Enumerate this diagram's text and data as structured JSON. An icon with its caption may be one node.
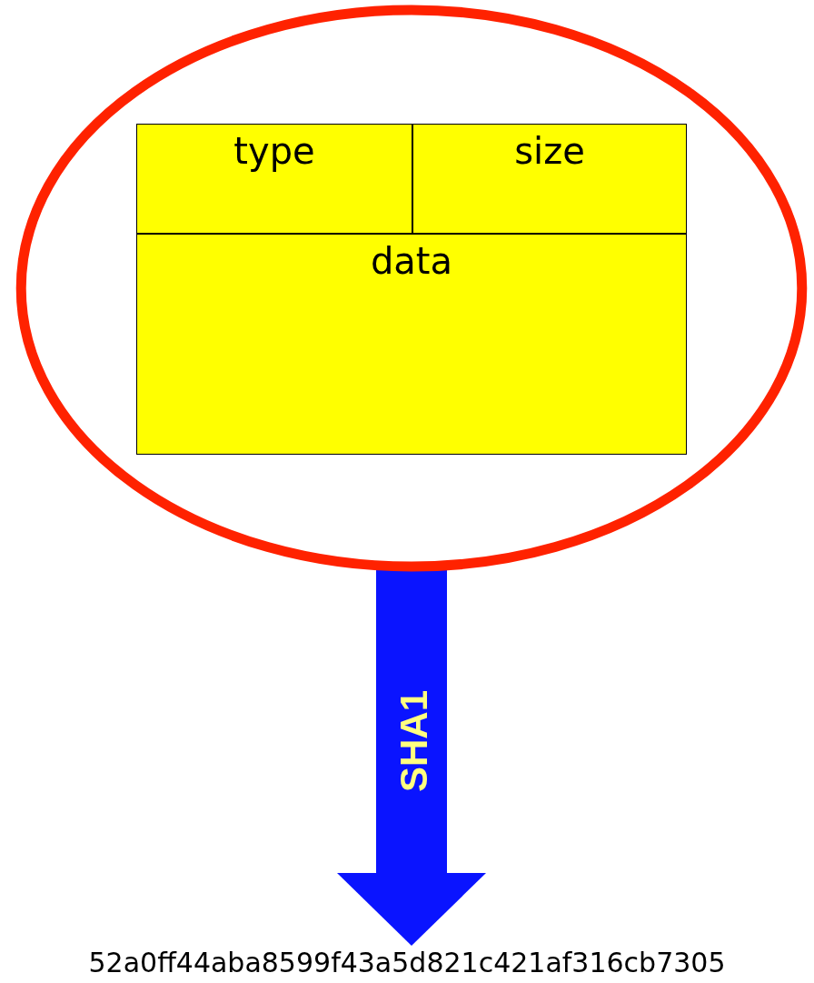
{
  "diagram": {
    "nodes": [
      {
        "text": [],
        "shape": "circle"
      },
      {
        "text": [
          "type"
        ],
        "in": 0
      },
      {
        "text": [
          "size"
        ],
        "in": 0
      },
      {
        "text": [
          "data"
        ],
        "in": 0
      },
      {
        "text": [
          "52a0ff44aba8599f43a5d821c421af316cb7305"
        ]
      }
    ],
    "edges": [
      {
        "from": 0,
        "to": 4,
        "arrow": "to",
        "label": "SHA1",
        "color": "#0a14ff"
      }
    ]
  }
}
